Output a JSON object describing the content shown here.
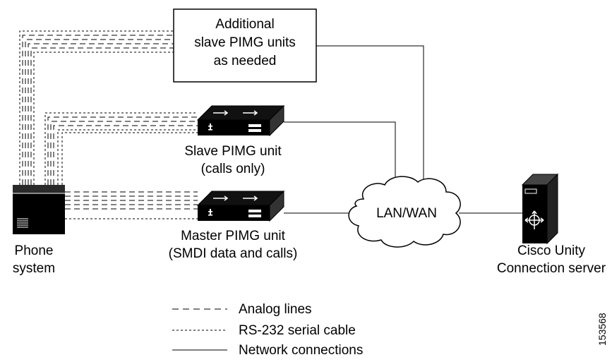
{
  "diagram": {
    "additional_box": {
      "line1": "Additional",
      "line2": "slave PIMG units",
      "line3": "as needed"
    },
    "slave_unit": {
      "line1": "Slave PIMG unit",
      "line2": "(calls only)"
    },
    "master_unit": {
      "line1": "Master PIMG unit",
      "line2": "(SMDI data and calls)"
    },
    "phone_system": {
      "line1": "Phone",
      "line2": "system"
    },
    "cloud": {
      "label": "LAN/WAN"
    },
    "server": {
      "line1": "Cisco Unity",
      "line2": "Connection server"
    },
    "legend": {
      "analog": "Analog lines",
      "serial": "RS-232 serial cable",
      "network": "Network connections"
    },
    "figure_id": "153568"
  }
}
